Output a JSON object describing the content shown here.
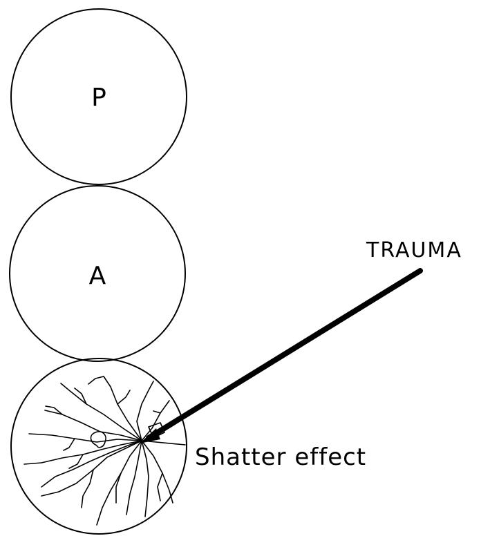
{
  "diagram": {
    "circles": [
      {
        "id": "top",
        "label": "P"
      },
      {
        "id": "middle",
        "label": "A"
      },
      {
        "id": "bottom",
        "label": ""
      }
    ],
    "arrow_label": "TRAUMA",
    "effect_label": "Shatter effect",
    "line_color": "#000000",
    "background": "#ffffff"
  }
}
